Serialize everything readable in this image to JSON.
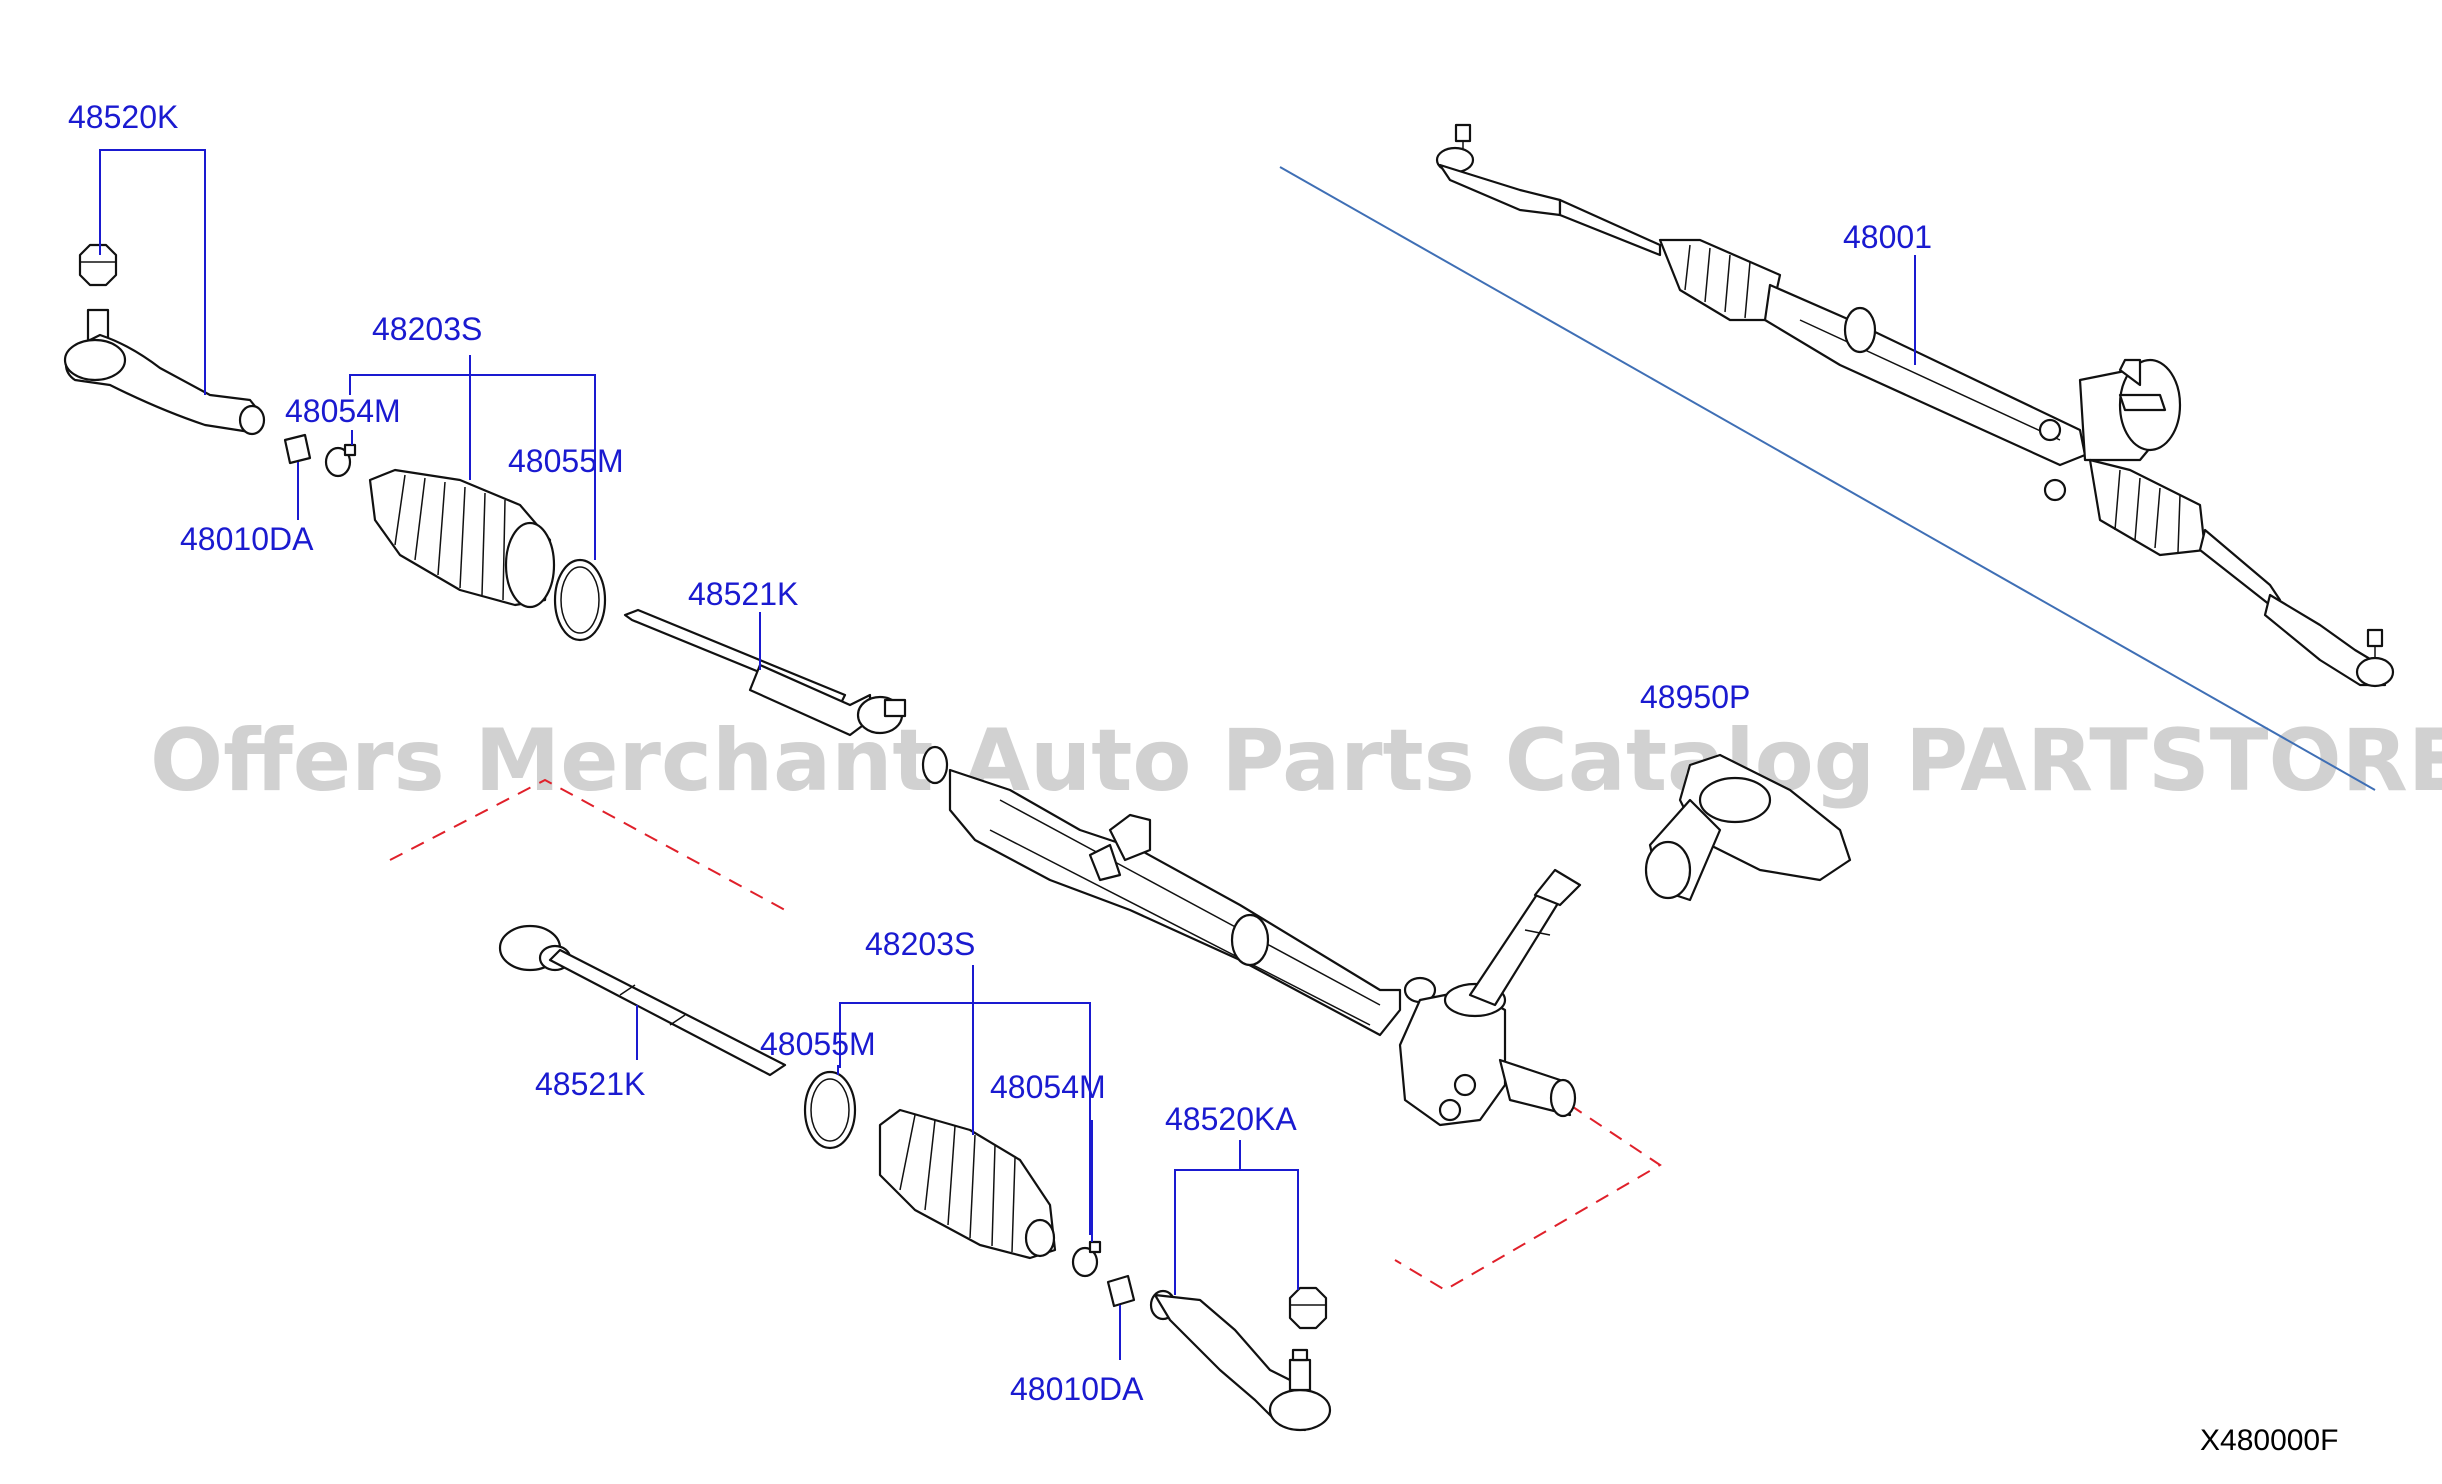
{
  "diagram_id": "X480000F",
  "watermark": "Offers Merchant Auto Parts Catalog PARTSTORE.SA",
  "labels": {
    "tie_rod_end_left": "48520K",
    "boot_upper": "48203S",
    "clip_upper_small": "48054M",
    "clamp_upper": "48055M",
    "ring_upper": "48010DA",
    "inner_socket_upper": "48521K",
    "gear_assembly": "48001",
    "hole_cover": "48950P",
    "boot_lower": "48203S",
    "clamp_lower": "48055M",
    "clip_lower_small": "48054M",
    "inner_socket_lower": "48521K",
    "tie_rod_end_right": "48520KA",
    "ring_lower": "48010DA"
  },
  "colors": {
    "label": "#1a1ad0",
    "divider": "#3f6fb5",
    "dashed_box": "#e0202a"
  }
}
